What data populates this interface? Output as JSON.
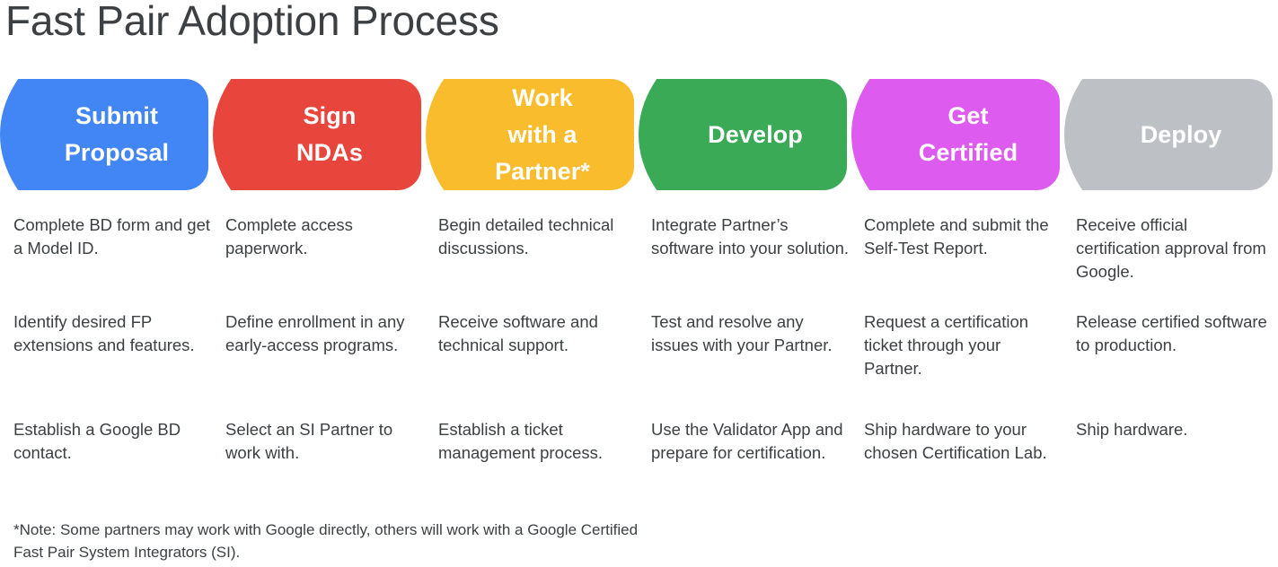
{
  "page": {
    "title": "Fast Pair Adoption Process",
    "background": "#ffffff",
    "text_color": "#3c4043"
  },
  "process": {
    "steps": [
      {
        "label": "Submit\nProposal",
        "color": "#4285f4",
        "name": "submit-proposal",
        "details": [
          "Complete BD form and get a Model ID.",
          "Identify desired FP extensions and features.",
          "Establish a Google BD contact."
        ]
      },
      {
        "label": "Sign\nNDAs",
        "color": "#e8453c",
        "name": "sign-ndas",
        "details": [
          "Complete access paperwork.",
          "Define enrollment in any early-access programs.",
          "Select an SI Partner to work with."
        ]
      },
      {
        "label": "Work\nwith a\nPartner*",
        "color": "#f9bc2c",
        "name": "work-with-a-partner",
        "details": [
          "Begin detailed technical discussions.",
          "Receive software and technical support.",
          "Establish a ticket management process."
        ]
      },
      {
        "label": "Develop",
        "color": "#3baa57",
        "name": "develop",
        "details": [
          "Integrate Partner’s software into your solution.",
          "Test and resolve any issues with your Partner.",
          "Use the Validator App and prepare for certification."
        ]
      },
      {
        "label": "Get\nCertified",
        "color": "#dd5bee",
        "name": "get-certified",
        "details": [
          "Complete and submit the Self-Test Report.",
          "Request a certification ticket through your Partner.",
          "Ship hardware to your chosen Certification Lab."
        ]
      },
      {
        "label": "Deploy",
        "color": "#bdc1c6",
        "name": "deploy",
        "details": [
          "Receive official certification approval from Google.",
          "Release certified software to production.",
          "Ship hardware."
        ]
      }
    ]
  },
  "footnote": {
    "text": "*Note: Some partners may work with Google directly, others will work with a Google Certified Fast Pair System Integrators (SI)."
  }
}
